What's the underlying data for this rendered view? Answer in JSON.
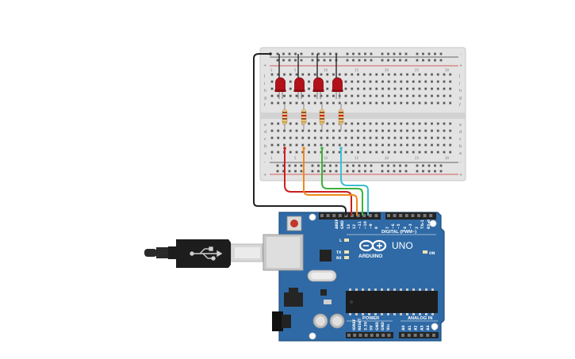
{
  "board": {
    "brand": "ARDUINO",
    "model": "UNO",
    "digital_header": "DIGITAL (PWM~)",
    "power_label": "POWER",
    "analog_label": "ANALOG IN",
    "on_label": "ON",
    "led_l": "L",
    "led_tx": "TX",
    "led_rx": "RX",
    "digital_pins": [
      "AREF",
      "GND",
      "13",
      "12",
      "~11",
      "~10",
      "~9",
      "8",
      "7",
      "~6",
      "~5",
      "4",
      "~3",
      "2",
      "TX▸1",
      "RX◂0"
    ],
    "power_pins": [
      "IOREF",
      "RESET",
      "3.3V",
      "5V",
      "GND",
      "GND",
      "Vin"
    ],
    "analog_pins": [
      "A0",
      "A1",
      "A2",
      "A3",
      "A4",
      "A5"
    ],
    "colors": {
      "pcb": "#2f6aa6",
      "pcb_dark": "#1f4f80",
      "header": "#252525"
    }
  },
  "breadboard": {
    "row_letters_top": [
      "j",
      "i",
      "h",
      "g",
      "f"
    ],
    "row_letters_bottom": [
      "e",
      "d",
      "c",
      "b",
      "a"
    ],
    "column_labels": [
      "1",
      "5",
      "10",
      "15",
      "20",
      "25",
      "30"
    ],
    "rail_plus": "+",
    "rail_minus": "-"
  },
  "components": {
    "leds": 4,
    "resistors": 4,
    "wire_colors": [
      "#c8201c",
      "#ef8a17",
      "#3cb23c",
      "#3bbfd0",
      "#222222"
    ]
  }
}
